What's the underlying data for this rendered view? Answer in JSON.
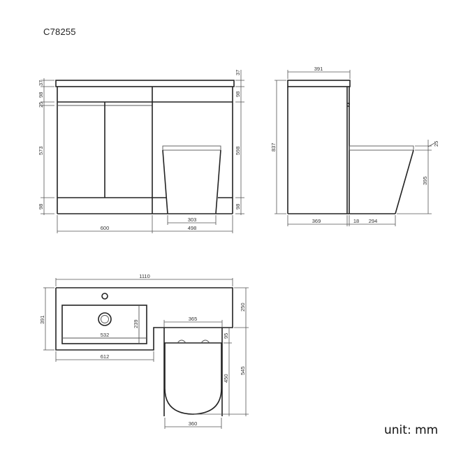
{
  "product_code": "C78255",
  "unit_label": "unit: mm",
  "front_view": {
    "left_dims": [
      "37",
      "98",
      "25",
      "573",
      "98"
    ],
    "right_dims": [
      "37",
      "98",
      "598",
      "98"
    ],
    "bottom_dims": [
      "600",
      "303",
      "498"
    ]
  },
  "side_view": {
    "top_dim": "391",
    "height_dim": "837",
    "seat_dim": "25",
    "pan_height_dim": "395",
    "bottom_dims": [
      "369",
      "18",
      "294"
    ]
  },
  "top_view": {
    "overall_width": "1110",
    "basin_depth": "391",
    "bowl_depth": "239",
    "bowl_width": "532",
    "basin_width": "612",
    "cistern_depth": "250",
    "toilet_width": "365",
    "seat_offset": "95",
    "seat_length": "450",
    "toilet_length": "545",
    "seat_width": "360"
  },
  "colors": {
    "line": "#222222",
    "dimension": "#555555",
    "background": "#ffffff"
  }
}
